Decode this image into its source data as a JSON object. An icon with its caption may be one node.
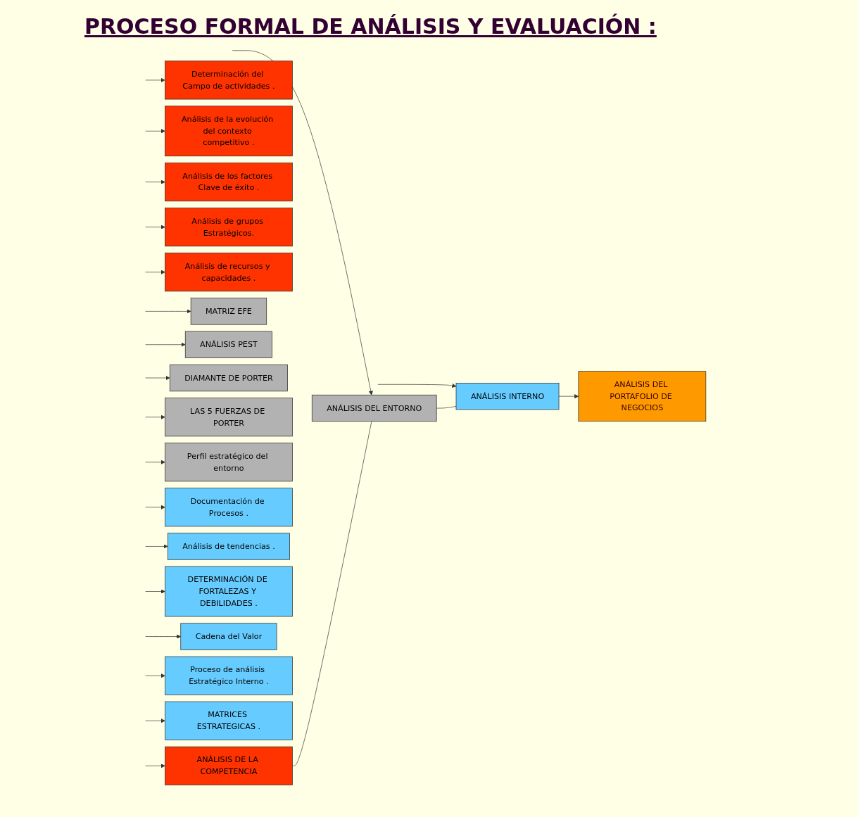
{
  "diagram": {
    "title": "PROCESO FORMAL DE ANÁLISIS Y EVALUACIÓN :",
    "nodes": [
      {
        "text": [
          "ANÁLISIS DE LA COMPETENCIA"
        ]
      },
      {
        "text": [
          "Determinación del Campo de actividades ."
        ]
      },
      {
        "text": [
          "Análisis de la evolución del contexto competitivo ."
        ]
      },
      {
        "text": [
          "Análisis de los factores Clave de éxito ."
        ]
      },
      {
        "text": [
          "Análisis de grupos Estratégicos."
        ]
      },
      {
        "text": [
          "Análisis de recursos y capacidades ."
        ]
      },
      {
        "text": [
          "ANÁLISIS DEL ENTORNO"
        ]
      },
      {
        "text": [
          "MATRIZ EFE"
        ]
      },
      {
        "text": [
          "ANÁLISIS PEST"
        ]
      },
      {
        "text": [
          "DIAMANTE DE PORTER"
        ]
      },
      {
        "text": [
          "LAS 5 FUERZAS DE PORTER"
        ]
      },
      {
        "text": [
          "Perfil estratégico del entorno"
        ]
      },
      {
        "text": [
          "ANÁLISIS INTERNO"
        ]
      },
      {
        "text": [
          "Documentación de Procesos ."
        ]
      },
      {
        "text": [
          "Análisis de tendencias ."
        ]
      },
      {
        "text": [
          "DETERMINACIÓN DE FORTALEZAS Y DEBILIDADES ."
        ]
      },
      {
        "text": [
          "Cadena del Valor"
        ]
      },
      {
        "text": [
          "Proceso de análisis Estratégico Interno ."
        ]
      },
      {
        "text": [
          "MATRICES ESTRATEGICAS ."
        ]
      },
      {
        "text": [
          "ANÁLISIS DEL PORTAFOLIO DE NEGOCIOS"
        ]
      }
    ],
    "edges": [
      {
        "from": null,
        "to": 0,
        "arrow": "to"
      },
      {
        "from": null,
        "to": 1,
        "arrow": "to"
      },
      {
        "from": null,
        "to": 2,
        "arrow": "to"
      },
      {
        "from": null,
        "to": 3,
        "arrow": "to"
      },
      {
        "from": null,
        "to": 4,
        "arrow": "to"
      },
      {
        "from": null,
        "to": 5,
        "arrow": "to"
      },
      {
        "from": null,
        "to": 6,
        "arrow": "to"
      },
      {
        "from": null,
        "to": 7,
        "arrow": "to"
      },
      {
        "from": null,
        "to": 8,
        "arrow": "to"
      },
      {
        "from": null,
        "to": 9,
        "arrow": "to"
      },
      {
        "from": null,
        "to": 10,
        "arrow": "to"
      },
      {
        "from": null,
        "to": 11,
        "arrow": "to"
      },
      {
        "from": null,
        "to": 12,
        "arrow": "to"
      },
      {
        "from": null,
        "to": 13,
        "arrow": "to"
      },
      {
        "from": null,
        "to": 14,
        "arrow": "to"
      },
      {
        "from": null,
        "to": 15,
        "arrow": "to"
      },
      {
        "from": null,
        "to": 16,
        "arrow": "to"
      },
      {
        "from": null,
        "to": 17,
        "arrow": "to"
      },
      {
        "from": null,
        "to": 18,
        "arrow": "to"
      },
      {
        "from": 0,
        "to": 6,
        "arrow": "none"
      },
      {
        "from": 6,
        "to": 12,
        "arrow": "none"
      },
      {
        "from": 12,
        "to": 19,
        "arrow": "to"
      }
    ]
  }
}
